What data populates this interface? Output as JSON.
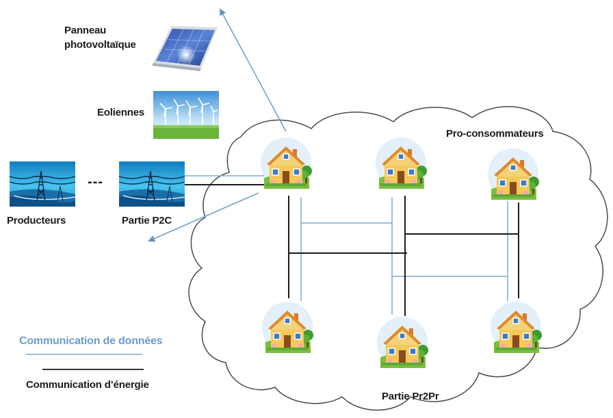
{
  "labels": {
    "panel_line1": "Panneau",
    "panel_line2": "photovoltaïque",
    "wind": "Eoliennes",
    "producers": "Producteurs",
    "p2c_party": "Partie P2C",
    "ellipsis": "---",
    "prosumers": "Pro-consommateurs",
    "pr2pr_party": "Partie Pr2Pr"
  },
  "legend": {
    "data_communication": "Communication de données",
    "energy_communication": "Communication d’énergie"
  },
  "colors": {
    "data_link": "#7fa8d0",
    "energy_link": "#1a1a1a",
    "cloud_outline": "#4a4a4a",
    "house_wall": "#f5c85a",
    "house_roof": "#e08a2a",
    "sky_tile": "#2aa9d8",
    "grass": "#7bbf3a"
  },
  "icons": [
    "solar-panel-icon",
    "wind-turbine-icon",
    "power-pylon-icon",
    "house-icon"
  ]
}
